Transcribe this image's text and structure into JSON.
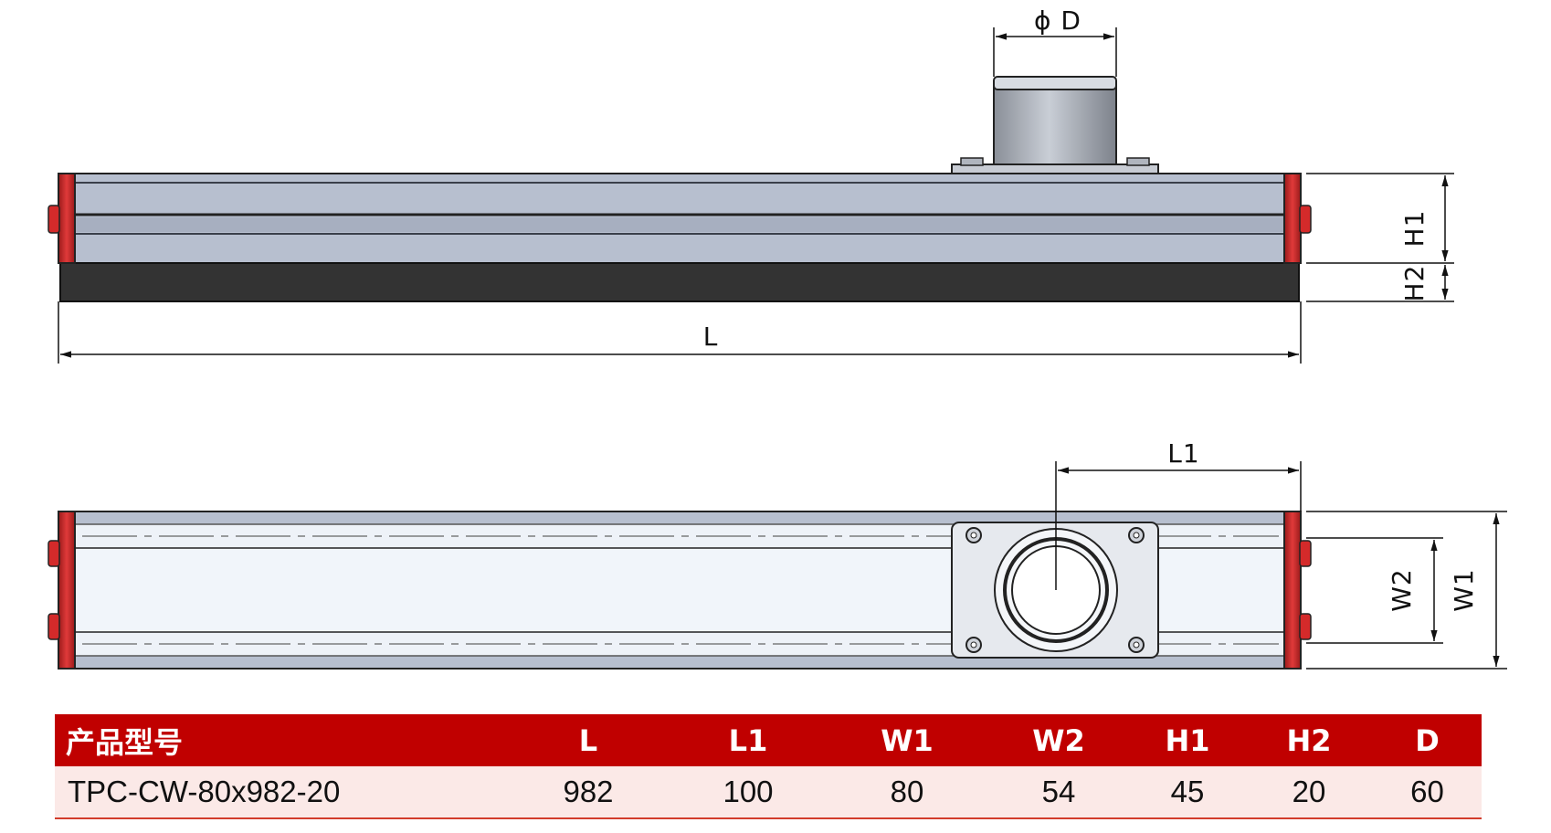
{
  "drawing": {
    "labels": {
      "diameter": "ϕ D",
      "length": "L",
      "offset": "L1",
      "height1": "H1",
      "height2": "H2",
      "width2": "W2",
      "width1": "W1"
    }
  },
  "table": {
    "headers": [
      "产品型号",
      "L",
      "L1",
      "W1",
      "W2",
      "H1",
      "H2",
      "D"
    ],
    "rows": [
      [
        "TPC-CW-80x982-20",
        "982",
        "100",
        "80",
        "54",
        "45",
        "20",
        "60"
      ]
    ]
  },
  "colors": {
    "header_bg": "#c00000",
    "row_bg": "#fbe9e7",
    "end_cap": "#d42a2a",
    "profile": "#b4bccc",
    "foam": "#333333"
  }
}
